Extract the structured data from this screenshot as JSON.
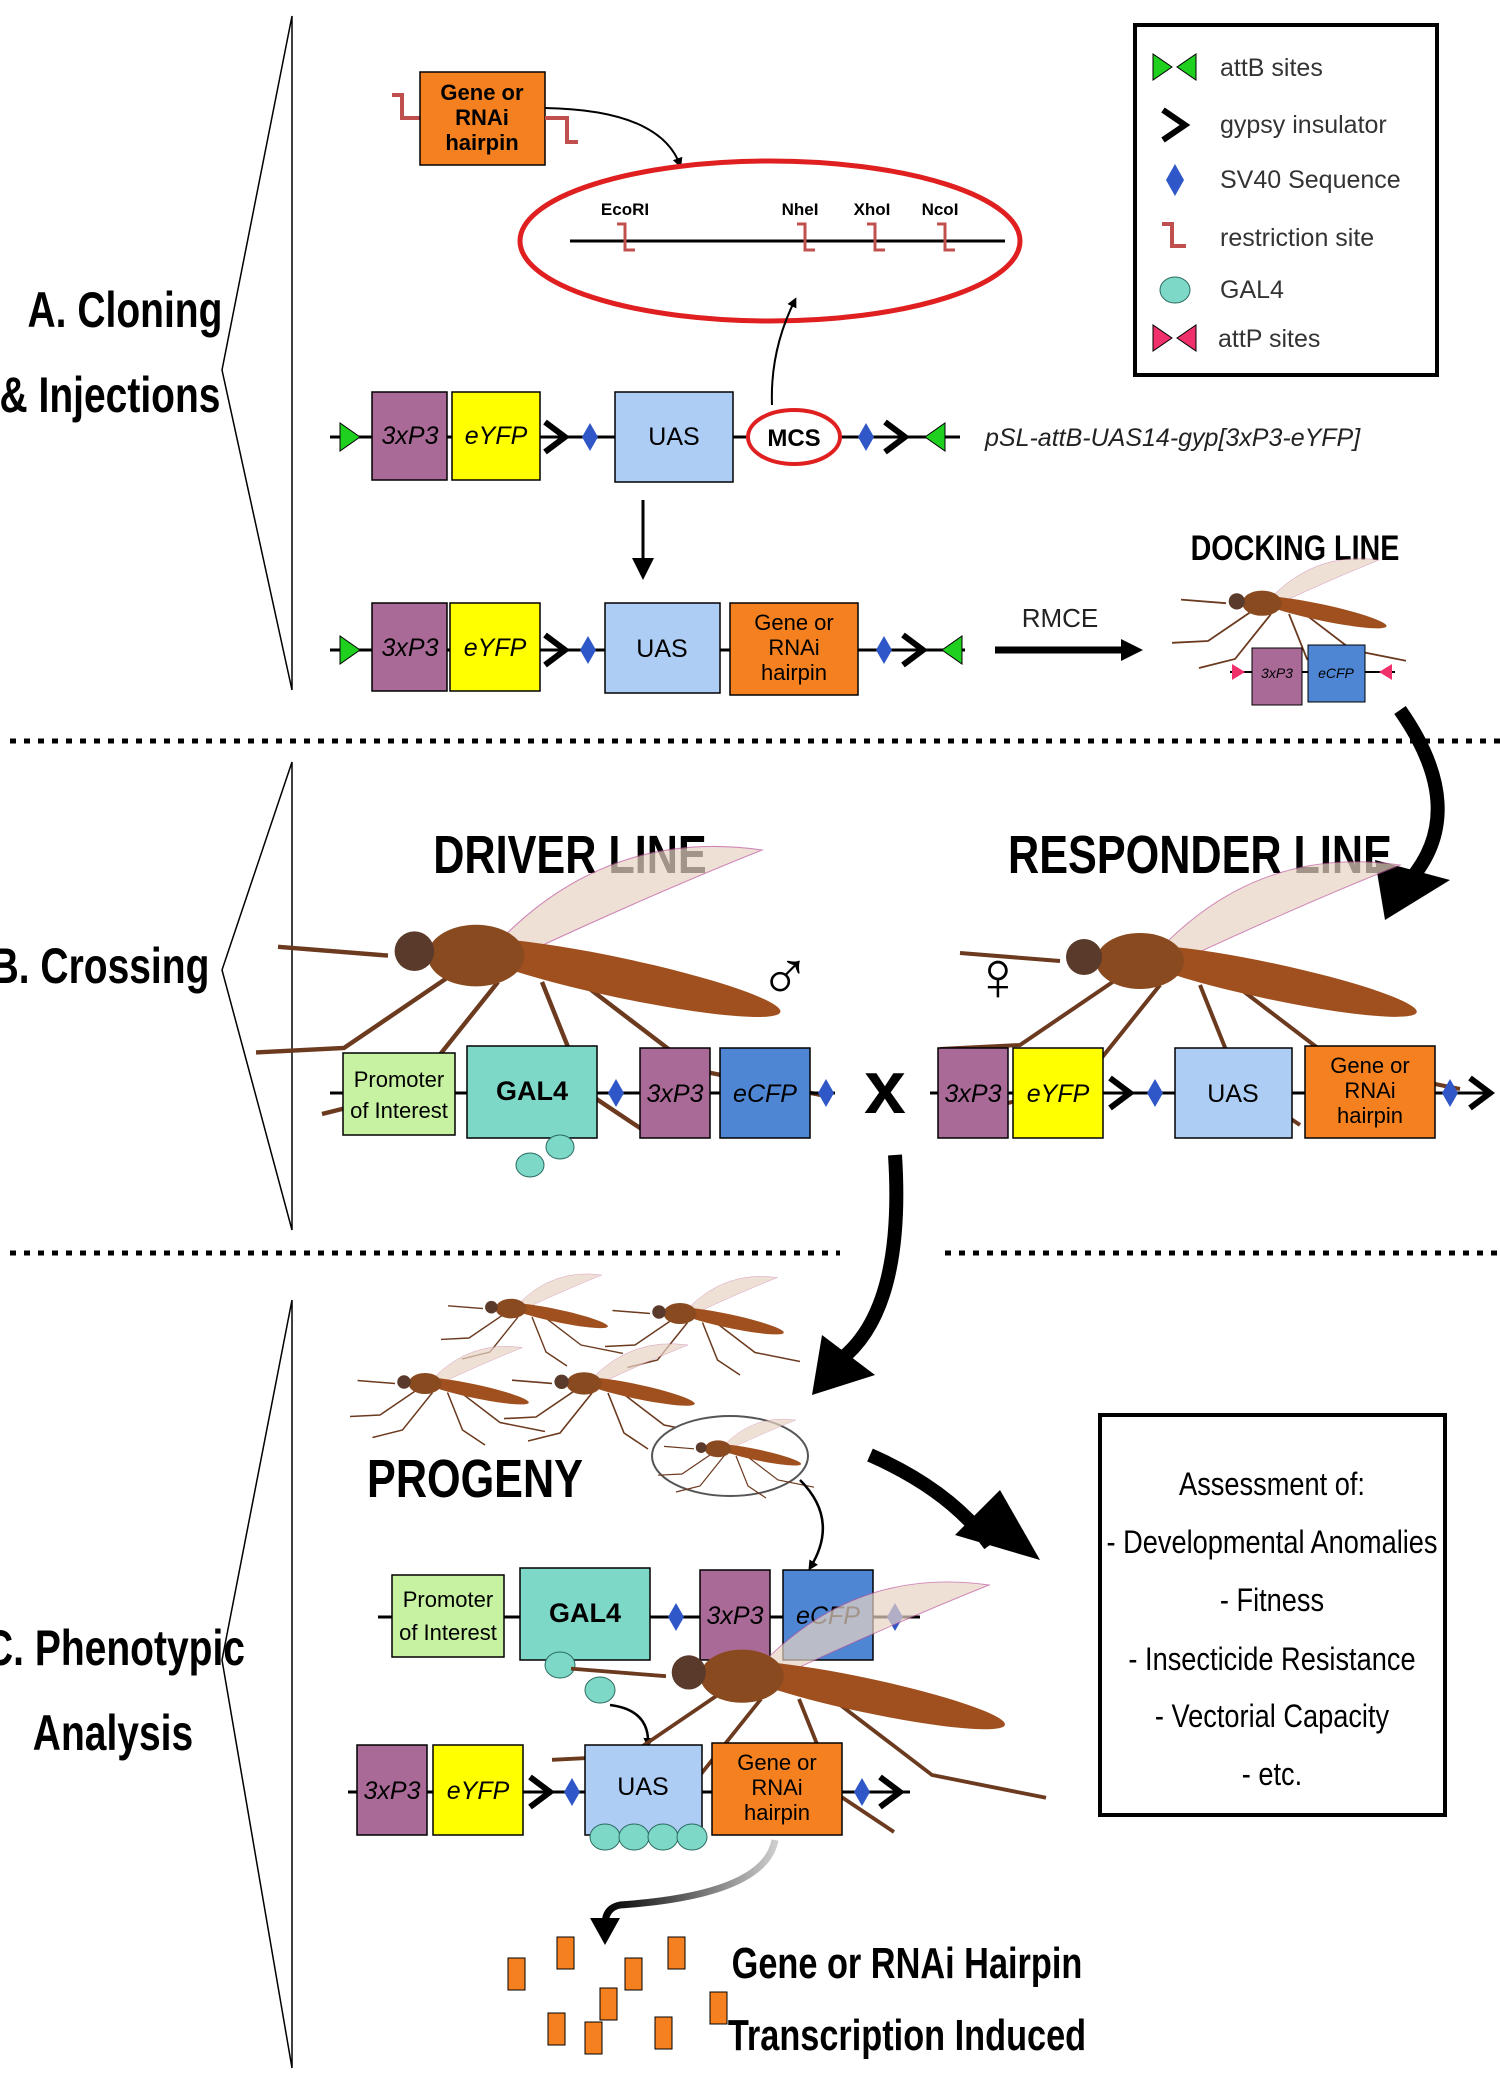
{
  "sections": {
    "a": {
      "line1": "A. Cloning",
      "line2": "& Injections"
    },
    "b": {
      "line1": "B. Crossing"
    },
    "c": {
      "line1": "C. Phenotypic",
      "line2": "Analysis"
    }
  },
  "legend": {
    "attb": "attB sites",
    "gypsy": "gypsy insulator",
    "sv40": "SV40 Sequence",
    "restriction": "restriction site",
    "gal4": "GAL4",
    "attp": "attP sites"
  },
  "cloning": {
    "insert_line1": "Gene or",
    "insert_line2": "RNAi",
    "insert_line3": "hairpin",
    "site_ecori": "EcoRI",
    "site_nhei": "NheI",
    "site_xhoi": "XhoI",
    "site_ncoi": "NcoI",
    "mcs": "MCS",
    "plasmid_name": "pSL-attB-UAS14-gyp[3xP3-eYFP]",
    "rmce": "RMCE",
    "docking_line": "DOCKING LINE"
  },
  "parts": {
    "3xp3": "3xP3",
    "eyfp": "eYFP",
    "ecfp": "eCFP",
    "uas": "UAS",
    "gal4": "GAL4",
    "promoter_line1": "Promoter",
    "promoter_line2": "of Interest"
  },
  "crossing": {
    "driver_line": "DRIVER LINE",
    "responder_line": "RESPONDER LINE",
    "male_symbol": "♂",
    "female_symbol": "♀",
    "cross_symbol": "x"
  },
  "phenotypic": {
    "progeny": "PROGENY",
    "assessment_title": "Assessment of:",
    "assessment_items": [
      "- Developmental Anomalies",
      "- Fitness",
      "- Insecticide  Resistance",
      "- Vectorial Capacity",
      "- etc."
    ],
    "transcription_line1": "Gene or RNAi Hairpin",
    "transcription_line2": "Transcription  Induced"
  },
  "colors": {
    "purple": "#a96a97",
    "yellow": "#ffff00",
    "light_blue": "#aecdf4",
    "orange": "#f5801f",
    "cfp_blue": "#4e86d4",
    "teal": "#7dd8c7",
    "light_green": "#c6f2a2",
    "diamond_blue": "#2f57c8",
    "attb_green": "#1fd01f",
    "attp_red": "#f0306a",
    "mcs_red": "#e02020",
    "restriction": "#c0504d"
  }
}
